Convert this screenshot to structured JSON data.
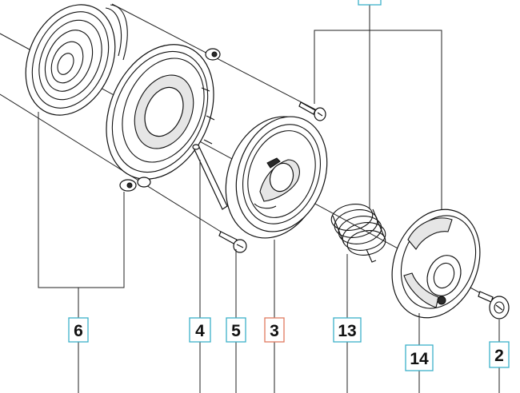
{
  "diagram": {
    "callouts": [
      {
        "id": "c6",
        "label": "6",
        "border": "#3bb0c9"
      },
      {
        "id": "c4",
        "label": "4",
        "border": "#3bb0c9"
      },
      {
        "id": "c5",
        "label": "5",
        "border": "#3bb0c9"
      },
      {
        "id": "c3",
        "label": "3",
        "border": "#e07a5f"
      },
      {
        "id": "c13",
        "label": "13",
        "border": "#3bb0c9"
      },
      {
        "id": "c14",
        "label": "14",
        "border": "#3bb0c9"
      },
      {
        "id": "c2",
        "label": "2",
        "border": "#3bb0c9"
      }
    ],
    "colors": {
      "line": "#111111",
      "highlight_border": "#e07a5f",
      "normal_border": "#3bb0c9"
    }
  }
}
